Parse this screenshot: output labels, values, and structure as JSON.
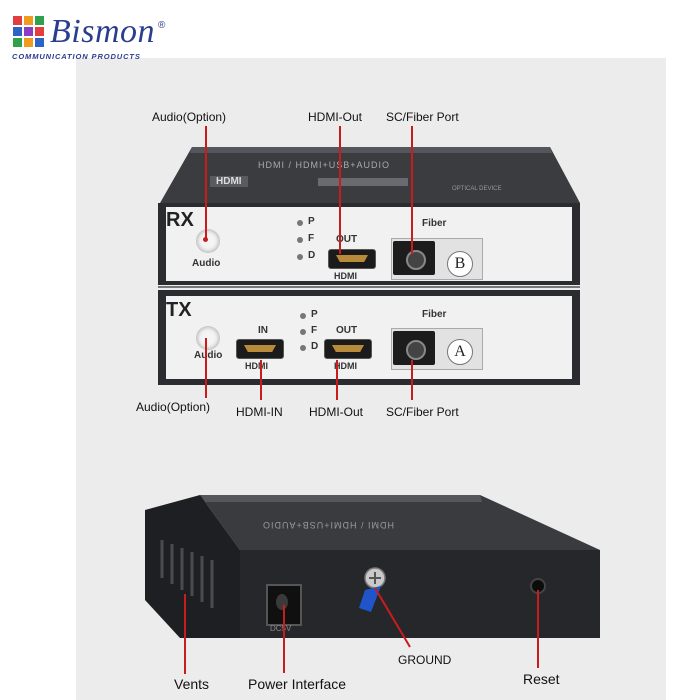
{
  "brand": {
    "name": "Bismon",
    "registered": "®",
    "tagline": "COMMUNICATION PRODUCTS",
    "grid_colors": [
      "#e43d3d",
      "#f09a1f",
      "#2fa04c",
      "#2e62c7",
      "#8a3cc2",
      "#e43d3d",
      "#2fa04c",
      "#f09a1f",
      "#2e62c7"
    ]
  },
  "callouts_top": {
    "audio_option_rx": "Audio(Option)",
    "hdmi_out_rx": "HDMI-Out",
    "fiber_port_rx": "SC/Fiber Port"
  },
  "rx_unit": {
    "top_print_line1": "HDMI / HDMI+USB+AUDIO",
    "top_print_line2": "HDMI",
    "top_small": "OPTICAL DEVICE",
    "label": "RX",
    "audio": "Audio",
    "leds": [
      "P",
      "F",
      "D"
    ],
    "out": "OUT",
    "hdmi": "HDMI",
    "fiber": "Fiber",
    "badge": "B"
  },
  "tx_unit": {
    "label": "TX",
    "audio": "Audio",
    "in": "IN",
    "hdmi_in": "HDMI",
    "leds": [
      "P",
      "F",
      "D"
    ],
    "out": "OUT",
    "hdmi_out": "HDMI",
    "fiber": "Fiber",
    "badge": "A"
  },
  "callouts_mid": {
    "audio_option_tx": "Audio(Option)",
    "hdmi_in": "HDMI-IN",
    "hdmi_out_tx": "HDMI-Out",
    "fiber_port_tx": "SC/Fiber Port"
  },
  "rear_unit": {
    "top_print": "HDMI / HDMI+USB+AUDIO",
    "dc_label": "DC5V"
  },
  "callouts_bottom": {
    "vents": "Vents",
    "power": "Power Interface",
    "ground": "GROUND",
    "reset": "Reset"
  },
  "colors": {
    "callout_line": "#c91c1c",
    "brand_blue": "#2a3d8f",
    "screw_blue": "#1f55c9"
  }
}
